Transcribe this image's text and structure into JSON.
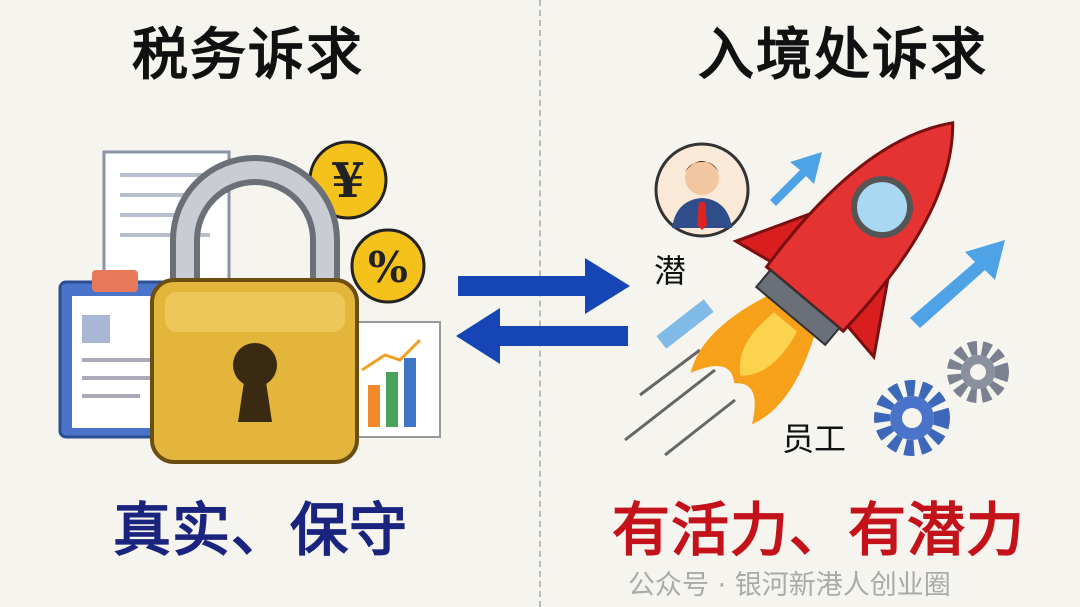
{
  "left": {
    "title": "税务诉求",
    "subtitle": "真实、保守",
    "subtitle_color": "#1a237e"
  },
  "right": {
    "title": "入境处诉求",
    "subtitle": "有活力、有潜力",
    "subtitle_color": "#c4121a",
    "label_potential": "潜",
    "label_staff": "员工"
  },
  "icons": {
    "yen": "¥",
    "percent": "%"
  },
  "watermark": "公众号 · 银河新港人创业圈"
}
